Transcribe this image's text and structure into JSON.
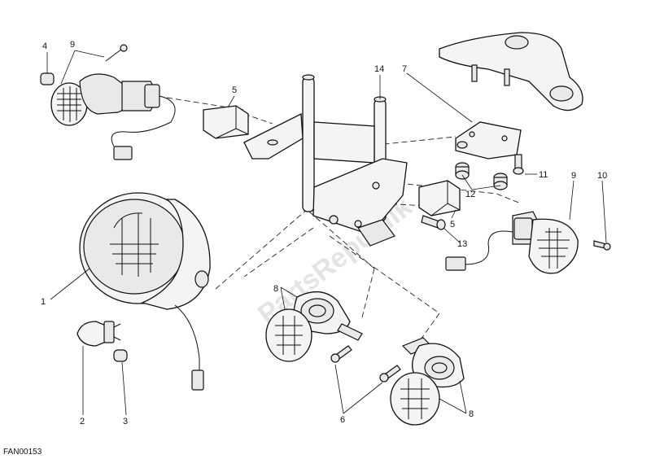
{
  "diagram": {
    "code": "FAN00153",
    "watermark": "PartsRepublik",
    "callouts": [
      {
        "id": "c4",
        "label": "4"
      },
      {
        "id": "c9a",
        "label": "9"
      },
      {
        "id": "c5a",
        "label": "5"
      },
      {
        "id": "c14",
        "label": "14"
      },
      {
        "id": "c7",
        "label": "7"
      },
      {
        "id": "c11",
        "label": "11"
      },
      {
        "id": "c12",
        "label": "12"
      },
      {
        "id": "c9b",
        "label": "9"
      },
      {
        "id": "c10",
        "label": "10"
      },
      {
        "id": "c5b",
        "label": "5"
      },
      {
        "id": "c13",
        "label": "13"
      },
      {
        "id": "c1",
        "label": "1"
      },
      {
        "id": "c8a",
        "label": "8"
      },
      {
        "id": "c2",
        "label": "2"
      },
      {
        "id": "c3",
        "label": "3"
      },
      {
        "id": "c6",
        "label": "6"
      },
      {
        "id": "c8b",
        "label": "8"
      }
    ]
  }
}
